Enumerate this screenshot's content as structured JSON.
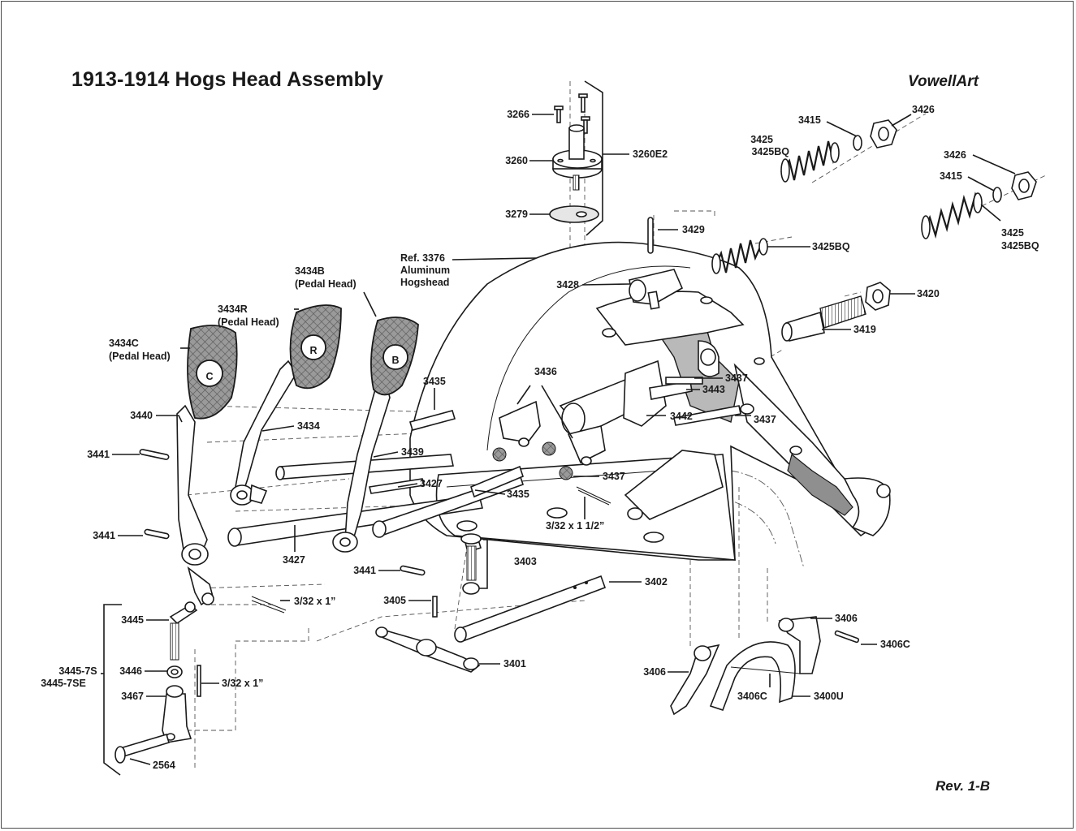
{
  "title": "1913-1914 Hogs Head Assembly",
  "brand": "VowellArt",
  "revision": "Rev. 1-B",
  "pedal_letters": {
    "c": "C",
    "r": "R",
    "b": "B"
  },
  "labels": [
    {
      "text": "3266"
    },
    {
      "text": "3260"
    },
    {
      "text": "3279"
    },
    {
      "text": "3260E2"
    },
    {
      "text": "3415"
    },
    {
      "text": "3426"
    },
    {
      "text": "3425"
    },
    {
      "text": "3425BQ"
    },
    {
      "text": "3426"
    },
    {
      "text": "3415"
    },
    {
      "text": "3425"
    },
    {
      "text": "3425BQ"
    },
    {
      "text": "3429"
    },
    {
      "text": "3425BQ"
    },
    {
      "text": "Ref. 3376"
    },
    {
      "text": "Aluminum"
    },
    {
      "text": "Hogshead"
    },
    {
      "text": "3428"
    },
    {
      "text": "3420"
    },
    {
      "text": "3419"
    },
    {
      "text": "3434B"
    },
    {
      "text": "(Pedal Head)"
    },
    {
      "text": "3434R"
    },
    {
      "text": "(Pedal Head)"
    },
    {
      "text": "3434C"
    },
    {
      "text": "(Pedal Head)"
    },
    {
      "text": "3435"
    },
    {
      "text": "3436"
    },
    {
      "text": "3437"
    },
    {
      "text": "3443"
    },
    {
      "text": "3437"
    },
    {
      "text": "3442"
    },
    {
      "text": "3440"
    },
    {
      "text": "3434"
    },
    {
      "text": "3441"
    },
    {
      "text": "3439"
    },
    {
      "text": "3427"
    },
    {
      "text": "3437"
    },
    {
      "text": "3435"
    },
    {
      "text": "3441"
    },
    {
      "text": "3427"
    },
    {
      "text": "3/32 x 1 1/2”"
    },
    {
      "text": "3403"
    },
    {
      "text": "3441"
    },
    {
      "text": "3402"
    },
    {
      "text": "3/32 x 1”"
    },
    {
      "text": "3405"
    },
    {
      "text": "3445"
    },
    {
      "text": "3406"
    },
    {
      "text": "3406C"
    },
    {
      "text": "3401"
    },
    {
      "text": "3406"
    },
    {
      "text": "3446"
    },
    {
      "text": "3/32 x 1”"
    },
    {
      "text": "3445-7S"
    },
    {
      "text": "3445-7SE"
    },
    {
      "text": "3406C"
    },
    {
      "text": "3400U"
    },
    {
      "text": "3467"
    },
    {
      "text": "2564"
    }
  ]
}
